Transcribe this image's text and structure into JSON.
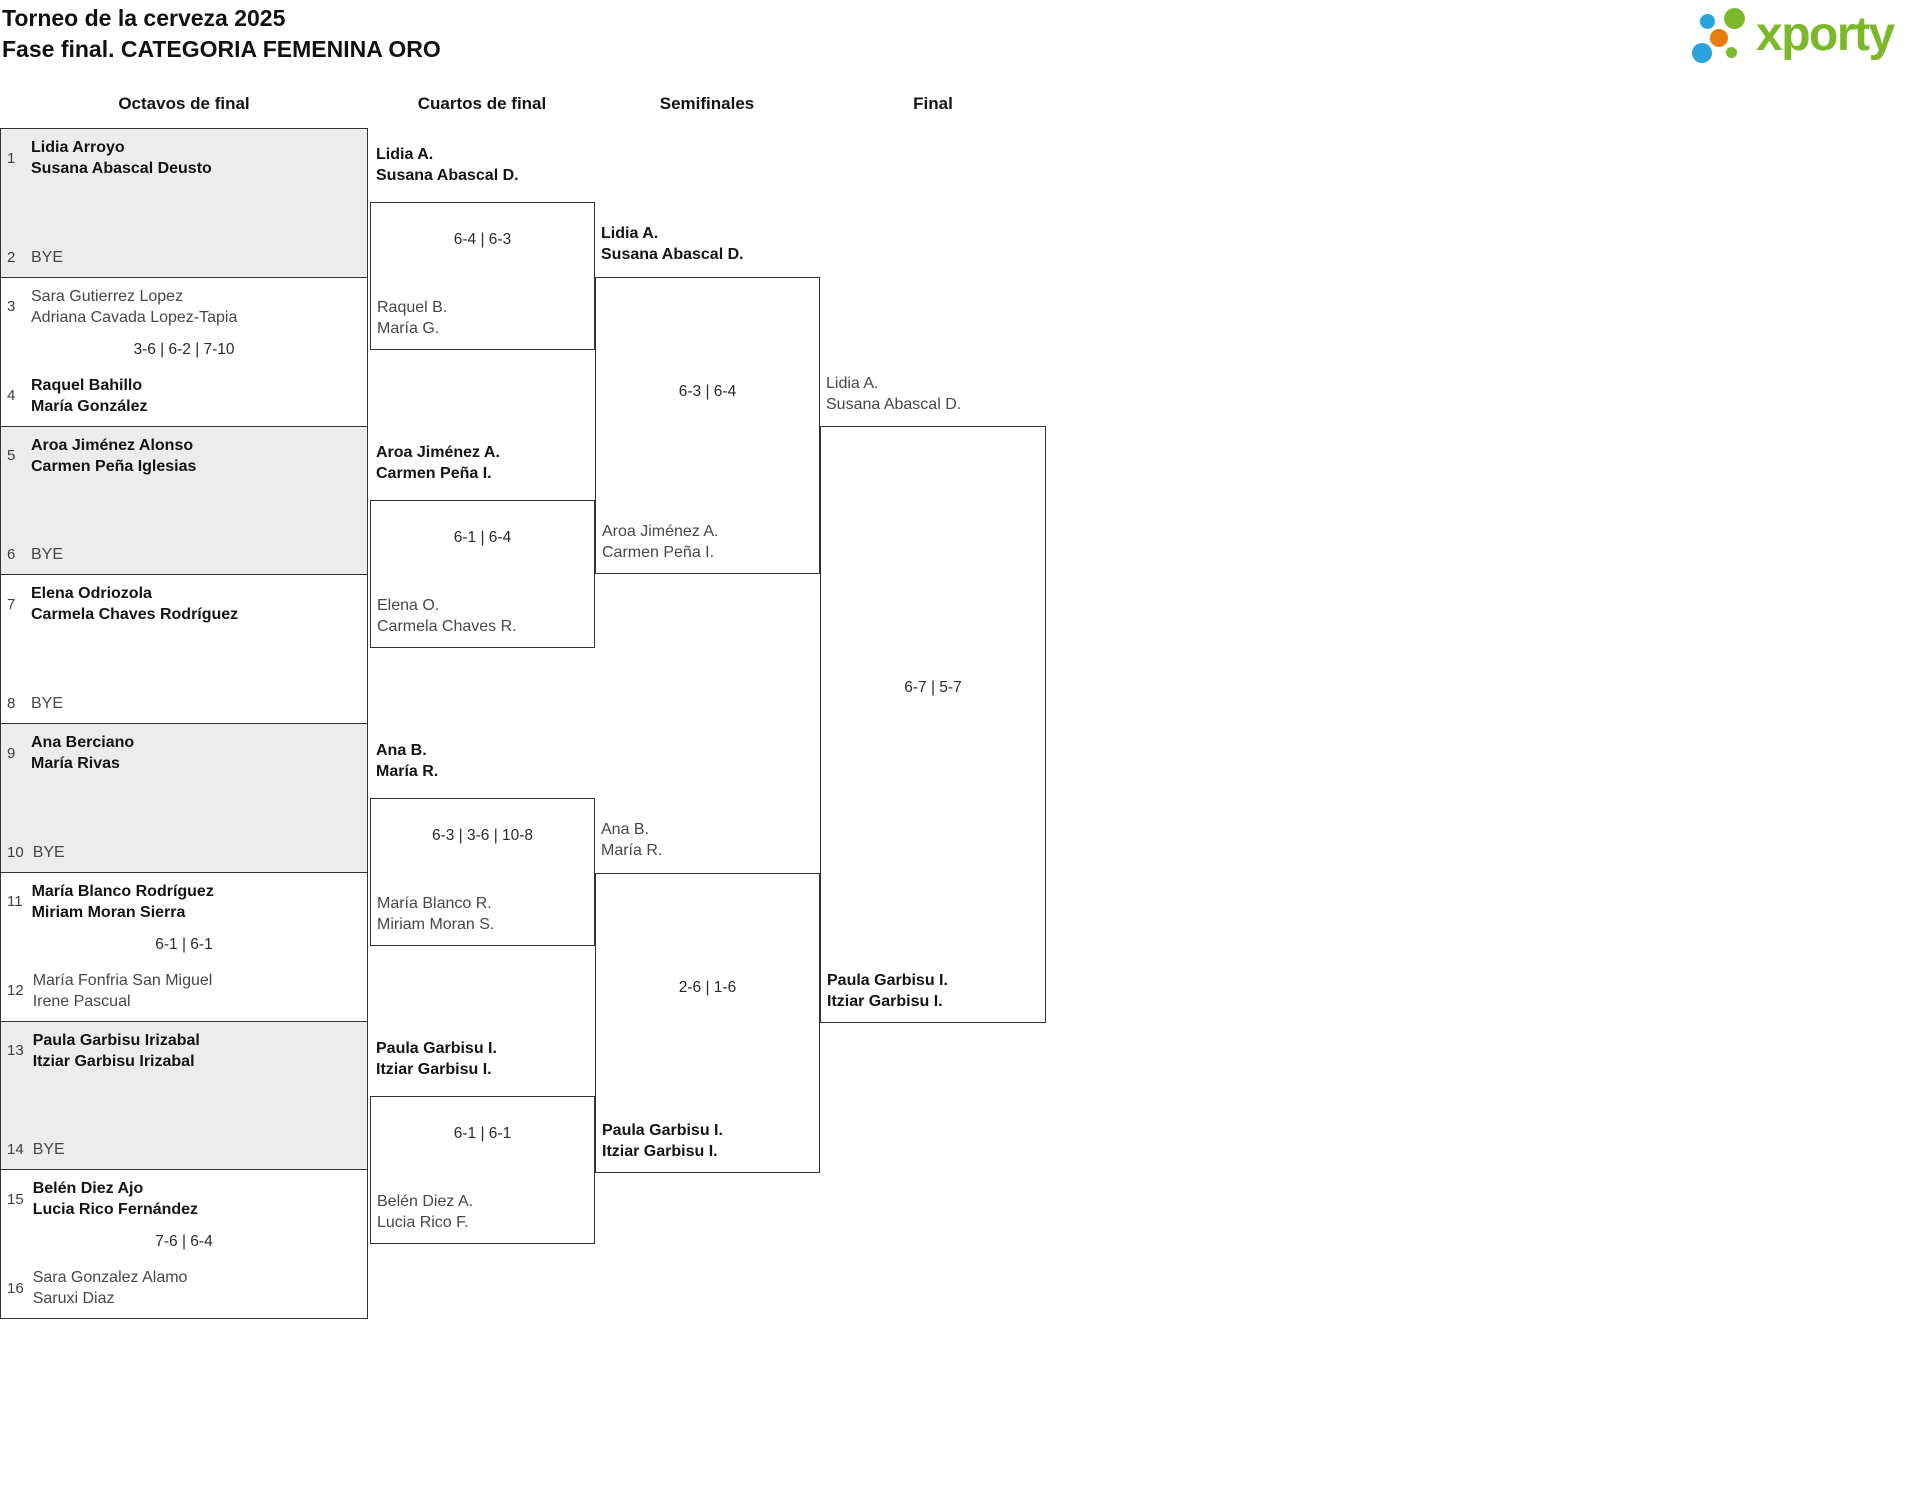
{
  "header": {
    "title_line1": "Torneo de la cerveza 2025",
    "title_line2": "Fase final. CATEGORIA FEMENINA ORO",
    "logo_text": "xporty"
  },
  "rounds": [
    "Octavos de final",
    "Cuartos de final",
    "Semifinales",
    "Final"
  ],
  "colors": {
    "logo_green": "#7cb829",
    "logo_blue": "#2ba3dc",
    "logo_orange": "#e87d0e",
    "shaded_box": "#ececec",
    "box_border": "#333333"
  },
  "octavos": [
    {
      "seed_top": "1",
      "top": "Lidia Arroyo\nSusana Abascal Deusto",
      "top_winner": true,
      "score": "",
      "seed_bottom": "2",
      "bottom": "BYE",
      "bottom_winner": false,
      "shaded": true
    },
    {
      "seed_top": "3",
      "top": "Sara Gutierrez Lopez\nAdriana Cavada Lopez-Tapia",
      "top_winner": false,
      "score": "3-6 | 6-2 | 7-10",
      "seed_bottom": "4",
      "bottom": "Raquel Bahillo\nMaría González",
      "bottom_winner": true,
      "shaded": false
    },
    {
      "seed_top": "5",
      "top": "Aroa Jiménez Alonso\nCarmen Peña Iglesias",
      "top_winner": true,
      "score": "",
      "seed_bottom": "6",
      "bottom": "BYE",
      "bottom_winner": false,
      "shaded": true
    },
    {
      "seed_top": "7",
      "top": "Elena Odriozola\nCarmela Chaves Rodríguez",
      "top_winner": true,
      "score": "",
      "seed_bottom": "8",
      "bottom": "BYE",
      "bottom_winner": false,
      "shaded": false
    },
    {
      "seed_top": "9",
      "top": "Ana Berciano\nMaría Rivas",
      "top_winner": true,
      "score": "",
      "seed_bottom": "10",
      "bottom": "BYE",
      "bottom_winner": false,
      "shaded": true
    },
    {
      "seed_top": "11",
      "top": "María Blanco Rodríguez\nMiriam Moran Sierra",
      "top_winner": true,
      "score": "6-1 | 6-1",
      "seed_bottom": "12",
      "bottom": "María Fonfria San Miguel\nIrene Pascual",
      "bottom_winner": false,
      "shaded": false
    },
    {
      "seed_top": "13",
      "top": "Paula Garbisu Irizabal\nItziar Garbisu Irizabal",
      "top_winner": true,
      "score": "",
      "seed_bottom": "14",
      "bottom": "BYE",
      "bottom_winner": false,
      "shaded": true
    },
    {
      "seed_top": "15",
      "top": "Belén Diez Ajo\nLucia Rico Fernández",
      "top_winner": true,
      "score": "7-6 | 6-4",
      "seed_bottom": "16",
      "bottom": "Sara Gonzalez Alamo\nSaruxi Diaz",
      "bottom_winner": false,
      "shaded": false
    }
  ],
  "cuartos": [
    {
      "top": "Lidia A.\nSusana Abascal D.",
      "top_winner": true,
      "score": "6-4 | 6-3",
      "bottom": "Raquel B.\nMaría G.",
      "bottom_winner": false
    },
    {
      "top": "Aroa Jiménez A.\nCarmen Peña I.",
      "top_winner": true,
      "score": "6-1 | 6-4",
      "bottom": "Elena O.\nCarmela Chaves R.",
      "bottom_winner": false
    },
    {
      "top": "Ana B.\nMaría R.",
      "top_winner": true,
      "score": "6-3 | 3-6 | 10-8",
      "bottom": "María Blanco R.\nMiriam Moran S.",
      "bottom_winner": false
    },
    {
      "top": "Paula Garbisu I.\nItziar Garbisu I.",
      "top_winner": true,
      "score": "6-1 | 6-1",
      "bottom": "Belén Diez A.\nLucia Rico F.",
      "bottom_winner": false
    }
  ],
  "semifinales": [
    {
      "top": "Lidia A.\nSusana Abascal D.",
      "top_winner": true,
      "score": "6-3 | 6-4",
      "bottom": "Aroa Jiménez A.\nCarmen Peña I.",
      "bottom_winner": false
    },
    {
      "top": "Ana B.\nMaría R.",
      "top_winner": false,
      "score": "2-6 | 1-6",
      "bottom": "Paula Garbisu I.\nItziar Garbisu I.",
      "bottom_winner": true
    }
  ],
  "final_match": {
    "top": "Lidia A.\nSusana Abascal D.",
    "top_winner": false,
    "score": "6-7 | 5-7",
    "bottom": "Paula Garbisu I.\nItziar Garbisu I.",
    "bottom_winner": true
  }
}
